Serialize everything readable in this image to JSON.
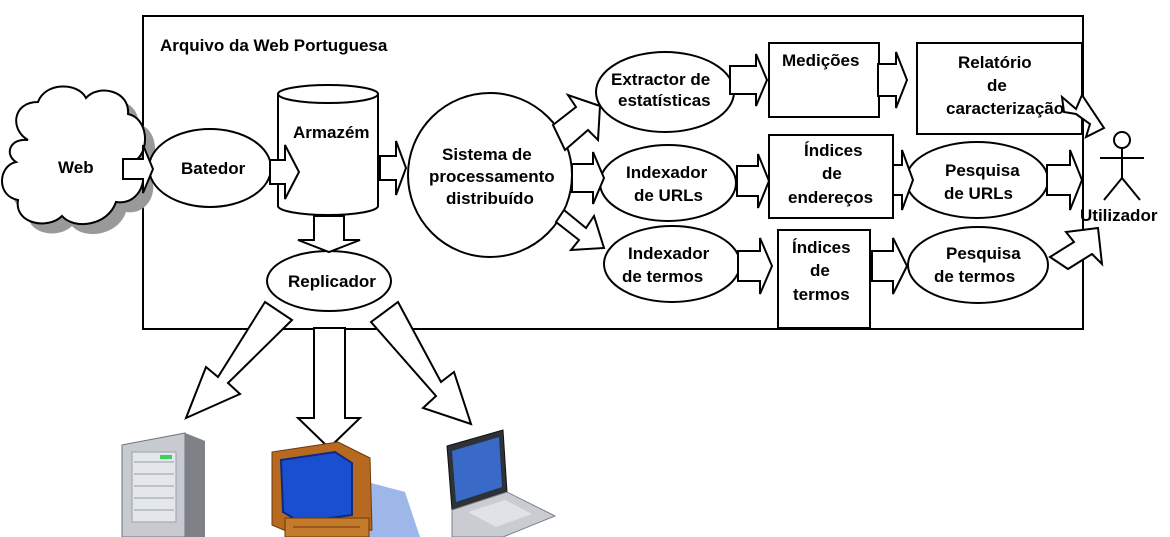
{
  "title": "Arquivo da Web Portuguesa",
  "nodes": {
    "web": "Web",
    "batedor": "Batedor",
    "armazem": "Armazém",
    "sistema": [
      "Sistema de",
      "processamento",
      "distribuído"
    ],
    "replicador": "Replicador",
    "extractor": [
      "Extractor de",
      "estatísticas"
    ],
    "medicoes": "Medições",
    "relatorio": [
      "Relatório",
      "de",
      "caracterização"
    ],
    "indexador_urls": [
      "Indexador",
      "de URLs"
    ],
    "indices_enderecos": [
      "Índices",
      "de",
      "endereços"
    ],
    "pesquisa_urls": [
      "Pesquisa",
      "de URLs"
    ],
    "indexador_termos": [
      "Indexador",
      "de termos"
    ],
    "indices_termos": [
      "Índices",
      "de",
      "termos"
    ],
    "pesquisa_termos": [
      "Pesquisa",
      "de termos"
    ],
    "utilizador": "Utilizador"
  },
  "devices": [
    "server-icon",
    "desktop-computer-icon",
    "laptop-icon"
  ]
}
